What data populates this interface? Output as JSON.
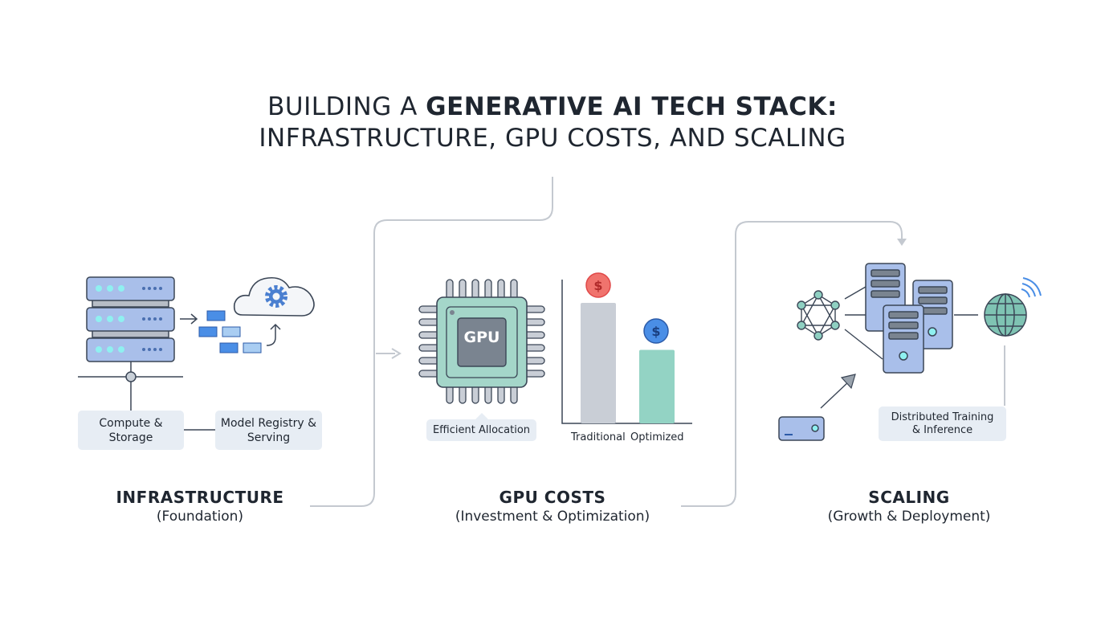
{
  "title": {
    "line1_prefix": "BUILDING A ",
    "line1_bold": "GENERATIVE AI TECH STACK:",
    "line2": "INFRASTRUCTURE, GPU COSTS, AND SCALING"
  },
  "infrastructure": {
    "heading": "INFRASTRUCTURE",
    "subheading": "(Foundation)",
    "box1": "Compute & Storage",
    "box2": "Model Registry & Serving"
  },
  "gpu": {
    "heading": "GPU COSTS",
    "subheading": "(Investment & Optimization)",
    "chip_label": "GPU",
    "callout": "Efficient Allocation",
    "chart": {
      "categories": [
        "Traditional",
        "Optimized"
      ],
      "relative_values": [
        1.0,
        0.61
      ],
      "colors": [
        "#c9ced6",
        "#93d3c4"
      ]
    }
  },
  "scaling": {
    "heading": "SCALING",
    "subheading": "(Growth & Deployment)",
    "box": "Distributed Training & Inference"
  },
  "colors": {
    "server": "#a9bfea",
    "outline": "#3b4656",
    "teal": "#8fd0c2",
    "red_coin": "#f0736d",
    "blue_coin": "#4a8ee6",
    "connector": "#c4c9d0"
  }
}
